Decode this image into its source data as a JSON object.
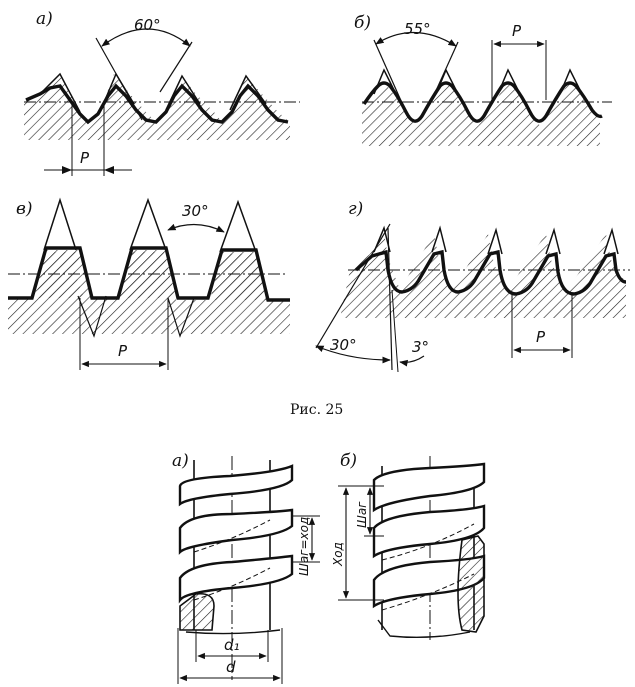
{
  "figure": {
    "panel_a_label": "а)",
    "panel_b_label": "б)",
    "panel_v_label": "в)",
    "panel_g_label": "г)",
    "angle_a": "60°",
    "angle_b": "55°",
    "angle_v": "30°",
    "angle_g1": "30°",
    "angle_g2": "3°",
    "pitch": "P",
    "caption": "Рис. 25",
    "screw_a_label": "а)",
    "screw_b_label": "б)",
    "screw_a_vertical": "Шаг=ход",
    "screw_b_step": "Шаг",
    "screw_b_lead": "Ход",
    "d1": "d₁",
    "d": "d"
  }
}
